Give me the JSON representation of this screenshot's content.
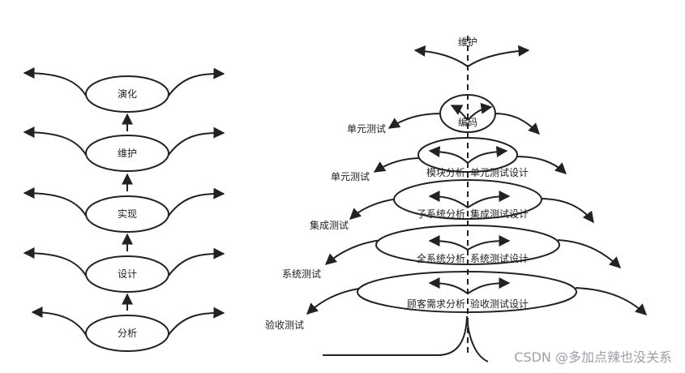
{
  "left_model": {
    "stages": [
      "演化",
      "维护",
      "实现",
      "设计",
      "分析"
    ]
  },
  "right_model": {
    "top_label": "维护",
    "core_label": "编码",
    "levels": [
      {
        "analysis": "模块分析",
        "design": "单元测试设计",
        "side": "单元测试"
      },
      {
        "analysis": "子系统分析",
        "design": "集成测试设计",
        "side": "单元测试"
      },
      {
        "analysis": "全系统分析",
        "design": "系统测试设计",
        "side": "集成测试"
      },
      {
        "analysis": "顾客需求分析",
        "design": "验收测试设计",
        "side": "系统测试"
      }
    ],
    "bottom_side": "验收测试"
  },
  "watermark": "CSDN @多加点辣也没关系"
}
